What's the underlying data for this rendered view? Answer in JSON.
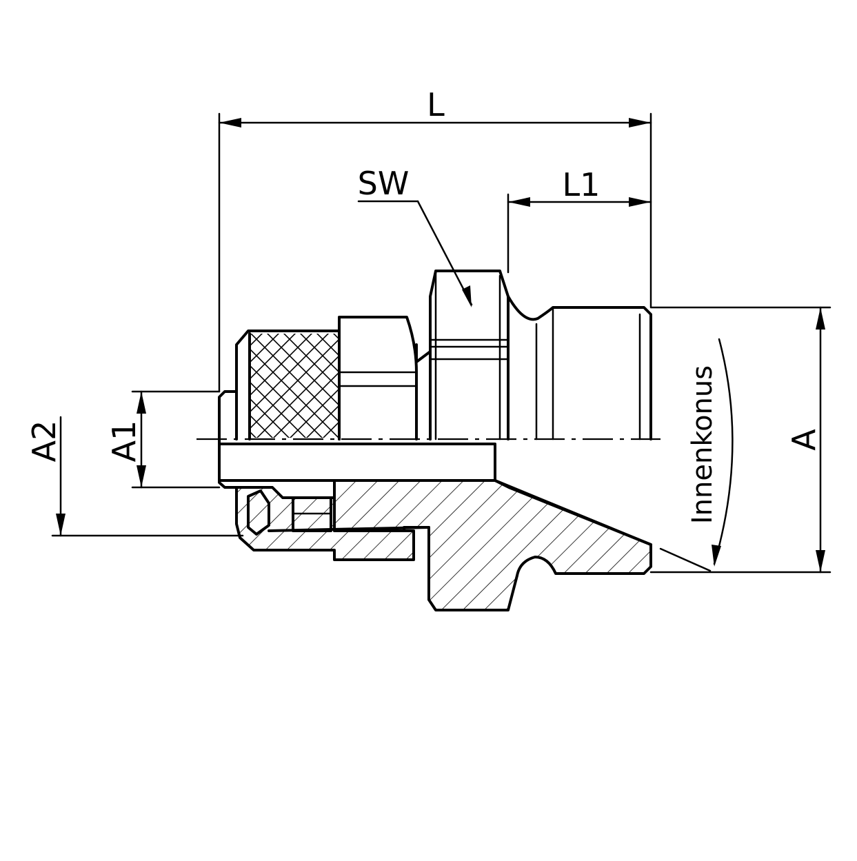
{
  "labels": {
    "length": "L",
    "length_l1": "L1",
    "wrench_size": "SW",
    "dim_a": "A",
    "dim_a1": "A1",
    "dim_a2": "A2",
    "inner_cone": "Innenkonus"
  },
  "colors": {
    "line": "#000000",
    "background": "#ffffff"
  }
}
